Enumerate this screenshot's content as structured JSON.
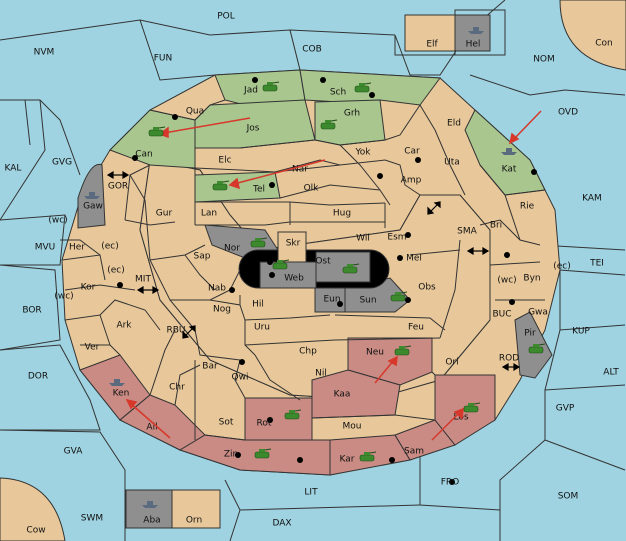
{
  "title": "",
  "colors": {
    "sea": "#9fd3e1",
    "land": "#e8c89a",
    "green_power": "#a9c68f",
    "red_power": "#c98b84",
    "gray_power": "#8f8f8f",
    "black_ring": "#000000",
    "arrow": "#d6382b",
    "unit": "#3d8a2e",
    "fleet": "#5a6b80"
  },
  "outer_spaces": [
    {
      "id": "POL",
      "label": "POL"
    },
    {
      "id": "NVM",
      "label": "NVM"
    },
    {
      "id": "FUN",
      "label": "FUN"
    },
    {
      "id": "COB",
      "label": "COB"
    },
    {
      "id": "NOM",
      "label": "NOM"
    },
    {
      "id": "Con",
      "label": "Con"
    },
    {
      "id": "OVD",
      "label": "OVD"
    },
    {
      "id": "KAL",
      "label": "KAL"
    },
    {
      "id": "GVG",
      "label": "GVG"
    },
    {
      "id": "GOR",
      "label": "GOR"
    },
    {
      "id": "KAM",
      "label": "KAM"
    },
    {
      "id": "SMA",
      "label": "SMA"
    },
    {
      "id": "TEI",
      "label": "TEI"
    },
    {
      "id": "MVU",
      "label": "MVU"
    },
    {
      "id": "MIT",
      "label": "MIT"
    },
    {
      "id": "BOR",
      "label": "BOR"
    },
    {
      "id": "RBU",
      "label": "RBU"
    },
    {
      "id": "BUC",
      "label": "BUC"
    },
    {
      "id": "KUP",
      "label": "KUP"
    },
    {
      "id": "DOR",
      "label": "DOR"
    },
    {
      "id": "ROD",
      "label": "ROD"
    },
    {
      "id": "ALT",
      "label": "ALT"
    },
    {
      "id": "GVP",
      "label": "GVP"
    },
    {
      "id": "GVA",
      "label": "GVA"
    },
    {
      "id": "FRO",
      "label": "FRO"
    },
    {
      "id": "SOM",
      "label": "SOM"
    },
    {
      "id": "LIT",
      "label": "LIT"
    },
    {
      "id": "SWM",
      "label": "SWM"
    },
    {
      "id": "DAX",
      "label": "DAX"
    },
    {
      "id": "Cow",
      "label": "Cow"
    }
  ],
  "land_spaces": [
    "Jad",
    "Sch",
    "Qua",
    "Jos",
    "Grh",
    "Eld",
    "Can",
    "Elc",
    "Nar",
    "Yok",
    "Car",
    "Uta",
    "Kat",
    "Tel",
    "Olk",
    "Amp",
    "Gaw",
    "Gur",
    "Lan",
    "Hug",
    "Rie",
    "Bri",
    "Wil",
    "Esm",
    "Nor",
    "Skr",
    "Ost",
    "Her",
    "Sap",
    "Web",
    "Mel",
    "Byn",
    "Kor",
    "Nab",
    "Eun",
    "Sun",
    "Obs",
    "Gwa",
    "Hil",
    "Ark",
    "Nog",
    "Uru",
    "Feu",
    "Pir",
    "Ver",
    "Chp",
    "Neu",
    "Orl",
    "Bar",
    "Qwi",
    "Nil",
    "Ken",
    "Chr",
    "Kaa",
    "Ail",
    "Sot",
    "Rot",
    "Mou",
    "Los",
    "Zin",
    "Kar",
    "Sam",
    "Elf",
    "Hel",
    "Aba",
    "Orn"
  ],
  "coast_marks": [
    {
      "id": "wc_gaw",
      "label": "(wc)"
    },
    {
      "id": "ec_her",
      "label": "(ec)"
    },
    {
      "id": "ec_kor",
      "label": "(ec)"
    },
    {
      "id": "wc_kor",
      "label": "(wc)"
    },
    {
      "id": "wc_byn",
      "label": "(wc)"
    },
    {
      "id": "ec_byn",
      "label": "(ec)"
    }
  ],
  "armies": [
    {
      "at": "Can",
      "kind": "army"
    },
    {
      "at": "Jad",
      "kind": "army"
    },
    {
      "at": "Sch",
      "kind": "army"
    },
    {
      "at": "Grh",
      "kind": "army"
    },
    {
      "at": "Tel",
      "kind": "army"
    },
    {
      "at": "Web",
      "kind": "army"
    },
    {
      "at": "Ost",
      "kind": "army"
    },
    {
      "at": "Nor",
      "kind": "army"
    },
    {
      "at": "Sun",
      "kind": "army"
    },
    {
      "at": "Neu",
      "kind": "army"
    },
    {
      "at": "Rot",
      "kind": "army"
    },
    {
      "at": "Zin",
      "kind": "army"
    },
    {
      "at": "Kar",
      "kind": "army"
    },
    {
      "at": "Los",
      "kind": "army"
    },
    {
      "at": "Pir",
      "kind": "army"
    }
  ],
  "fleets": [
    {
      "at": "Hel",
      "kind": "fleet"
    },
    {
      "at": "Kat",
      "kind": "fleet"
    },
    {
      "at": "Gaw",
      "kind": "fleet"
    },
    {
      "at": "Ken",
      "kind": "fleet"
    },
    {
      "at": "Aba",
      "kind": "fleet"
    }
  ]
}
